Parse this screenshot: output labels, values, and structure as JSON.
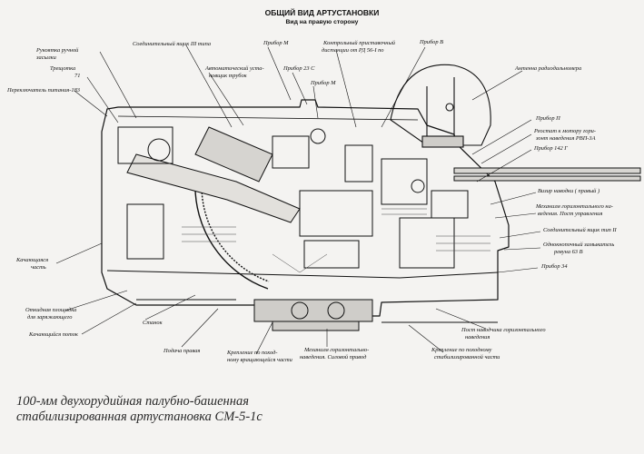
{
  "header": {
    "title": "ОБЩИЙ ВИД АРТУСТАНОВКИ",
    "subtitle": "Вид на правую сторону"
  },
  "labels": {
    "rukoyatka": "Рукоятка ручной",
    "rukoyatka2": "засылки",
    "sredinitelny": "Соединительный ящик III типа",
    "pribor_m_top": "Прибор М",
    "kontrolny": "Контрольный приставочный",
    "kontrolny2": "дистанции от РД 56-I по",
    "pribor_v": "Прибор В",
    "treshchotka": "Трещотка",
    "treshchotka2": "71",
    "avtomat": "Автоматический уста-",
    "avtomat2": "новщик трубок",
    "pribor_23s": "Прибор 23 С",
    "pereklyuchatel": "Переключатель питания-183",
    "pribor_m2": "Прибор М",
    "antenna": "Антенна радиодальномера",
    "pribor_p": "Прибор П",
    "reostat": "Реостат к мотору гори-",
    "reostat2": "зонт наведения РВП-3А",
    "pribor_142g": "Прибор 142 Г",
    "vizir": "Визир наводки  ( правый )",
    "mehanizm": "Механизм горизонтального на-",
    "mehanizm2": "ведения. Пост управления",
    "soedinit2": "Соединительный ящик тип II",
    "odinochny": "Однокнопочный замыкатель",
    "odinochny2": "ревуна 63 В",
    "pribor_34": "Прибор 34",
    "kachayushchayasya": "Качающаяся",
    "kachayushchayasya2": "часть",
    "otkidnaya": "Откидная площадка",
    "otkidnaya2": "для заряжающего",
    "kachayushchiysya_potok": "Качающийся    поток",
    "stanok": "Станок",
    "podacha": "Подача правая",
    "kreplenie_pohod": "Крепление по поход-",
    "kreplenie_pohod2": "ному вращающейся части",
    "mehanizm_gor": "Механизм горизонтально-",
    "mehanizm_gor2": "наведения. Силовой привод",
    "krepl_pohodnomu": "Крепление по походному",
    "krepl_pohodnomu2": "стабилизированной части",
    "post_navodchika": "Пост наводчика горизонтального",
    "post_navodchika2": "наведения"
  },
  "caption": {
    "line1": "100-мм двухорудийная палубно-башенная",
    "line2": "стабилизированная артустановка СМ-5-1с"
  }
}
